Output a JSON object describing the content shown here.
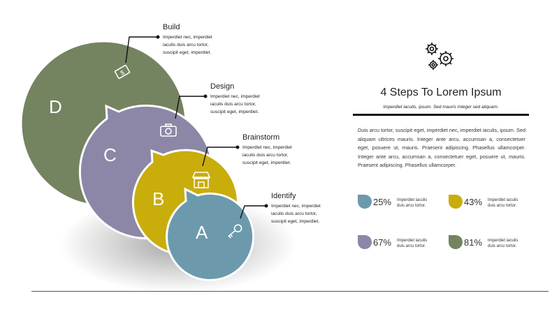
{
  "steps": [
    {
      "letter": "D",
      "title": "Build",
      "desc": [
        "Imperdiet nec, imperdiet",
        "iaculis duis arcu tortor,",
        "suscipit eget, imperdiet."
      ],
      "color": "#748360",
      "icon": "money-icon"
    },
    {
      "letter": "C",
      "title": "Design",
      "desc": [
        "Imperdiet nec, imperdiet",
        "iaculis duis arcu tortor,",
        "suscipit eget, imperdiet."
      ],
      "color": "#8c87a6",
      "icon": "camera-icon"
    },
    {
      "letter": "B",
      "title": "Brainstorm",
      "desc": [
        "Imperdiet nec, imperdiet",
        "iaculis duis arcu tortor,",
        "suscipit eget, imperdiet."
      ],
      "color": "#c9ad0b",
      "icon": "store-icon"
    },
    {
      "letter": "A",
      "title": "Identify",
      "desc": [
        "Imperdiet nec, imperdiet",
        "iaculis duis arcu tortor,",
        "suscipit eget, imperdiet."
      ],
      "color": "#6c9aac",
      "icon": "key-icon"
    }
  ],
  "panel": {
    "icon": "gears-icon",
    "title": "4 Steps To Lorem Ipsum",
    "subtitle": "Imperdiet iaculis, ipsum. Sed  mauris Integer sed aliquam.",
    "body": "Duis arcu tortor, suscipit eget, imperdiet nec, imperdiet iaculis, ipsum. Sed aliquam ultrices mauris. Integer ante arcu, accumsan a, consectetuer eget, posuere ut, mauris. Praesent adipiscing. Phasellus ullamcorper. Integer ante arcu, accumsan a, consectetuer eget, posuere ut, mauris. Praesent adipiscing. Phasellus ullamcorper."
  },
  "stats": [
    {
      "value": "25%",
      "text": [
        "Imperdiet iaculis",
        "duis arcu tortor."
      ],
      "color": "#6c9aac"
    },
    {
      "value": "43%",
      "text": [
        "Imperdiet iaculis",
        "duis arcu tortor."
      ],
      "color": "#c9ad0b"
    },
    {
      "value": "67%",
      "text": [
        "Imperdiet iaculis",
        "duis arcu tortor."
      ],
      "color": "#8c87a6"
    },
    {
      "value": "81%",
      "text": [
        "Imperdiet iaculis",
        "duis arcu tortor."
      ],
      "color": "#748360"
    }
  ]
}
